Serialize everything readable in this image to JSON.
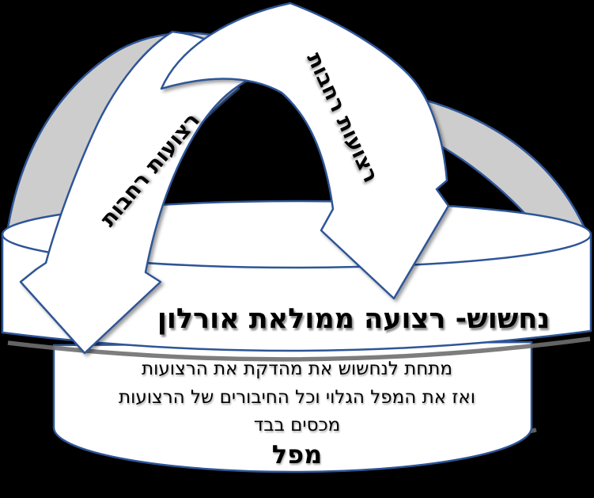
{
  "diagram": {
    "background_color": "#000000",
    "outline_color": "#2e5597",
    "shape_fill": "#ffffff",
    "back_ribbon_fill": "#cdcdcd",
    "shadow_color": "#6f6f6f",
    "text_color": "#000000",
    "labels": {
      "left_strap": "רצועות רחבות",
      "right_strap": "רצועות רחבות",
      "band_title": "נחשוש- רצועה ממולאת אורלון",
      "cylinder_lines": [
        "מתחת לנחשוש את מהדקת את הרצועות",
        "ואז את המפל הגלוי וכל החיבורים של הרצועות",
        "מכסים בבד"
      ],
      "cylinder_title": "מפל"
    }
  }
}
